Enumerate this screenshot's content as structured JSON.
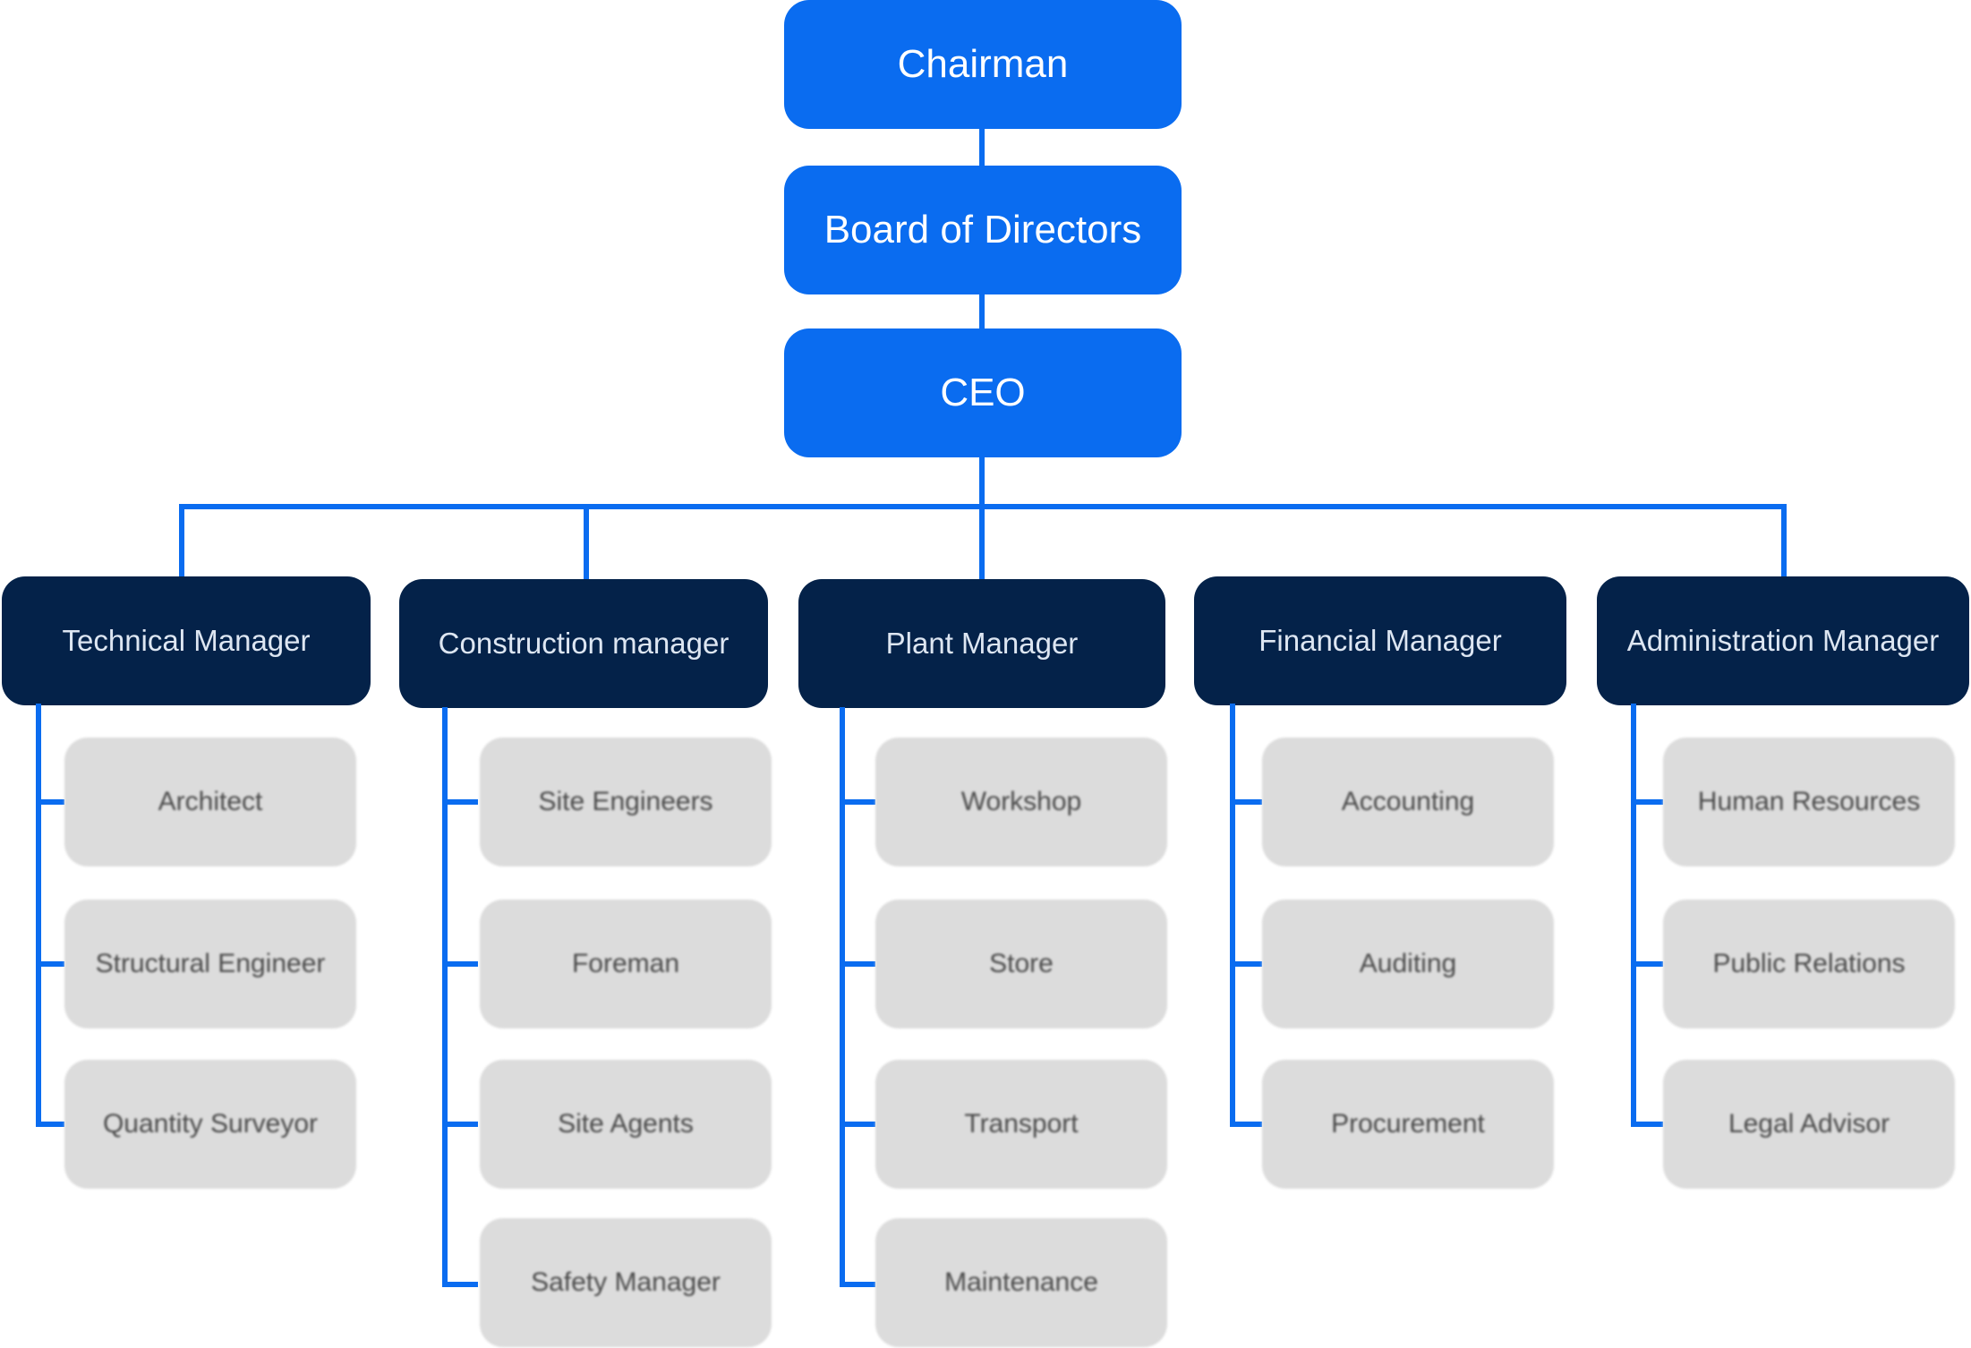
{
  "top": {
    "chairman": "Chairman",
    "board": "Board of Directors",
    "ceo": "CEO"
  },
  "managers": [
    {
      "title": "Technical Manager",
      "reports": [
        "Architect",
        "Structural Engineer",
        "Quantity Surveyor"
      ]
    },
    {
      "title": "Construction manager",
      "reports": [
        "Site Engineers",
        "Foreman",
        "Site Agents",
        "Safety Manager"
      ]
    },
    {
      "title": "Plant Manager",
      "reports": [
        "Workshop",
        "Store",
        "Transport",
        "Maintenance"
      ]
    },
    {
      "title": "Financial Manager",
      "reports": [
        "Accounting",
        "Auditing",
        "Procurement"
      ]
    },
    {
      "title": "Administration Manager",
      "reports": [
        "Human Resources",
        "Public Relations",
        "Legal Advisor"
      ]
    }
  ],
  "colors": {
    "top_box": "#0a6cf0",
    "manager_box": "#042249",
    "report_box": "#dcdcdc",
    "connector": "#0a6cf0"
  }
}
